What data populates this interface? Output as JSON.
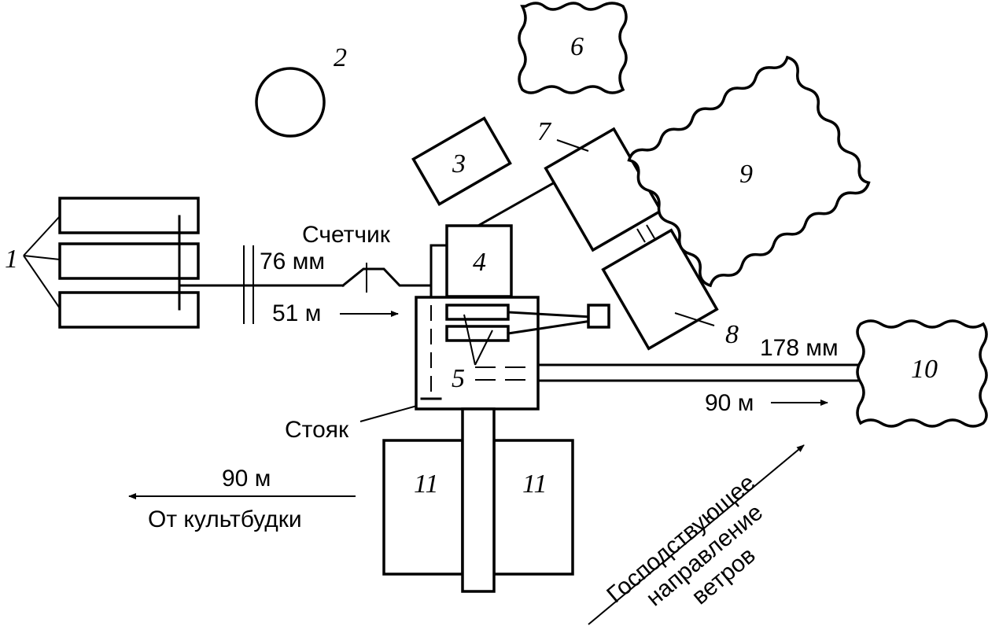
{
  "objects": {
    "n1": "1",
    "n2": "2",
    "n3": "3",
    "n4": "4",
    "n5": "5",
    "n6": "6",
    "n7": "7",
    "n8": "8",
    "n9": "9",
    "n10": "10",
    "n11a": "11",
    "n11b": "11"
  },
  "labels": {
    "counter": "Счетчик",
    "inlet_diameter": "76 мм",
    "inlet_length": "51 м",
    "outlet_diameter": "178 мм",
    "outlet_length": "90 м",
    "riser": "Стояк",
    "booth_distance": "90 м",
    "from_booth": "От культбудки",
    "wind_line1": "Господствующее",
    "wind_line2": "направление",
    "wind_line3": "ветров"
  }
}
